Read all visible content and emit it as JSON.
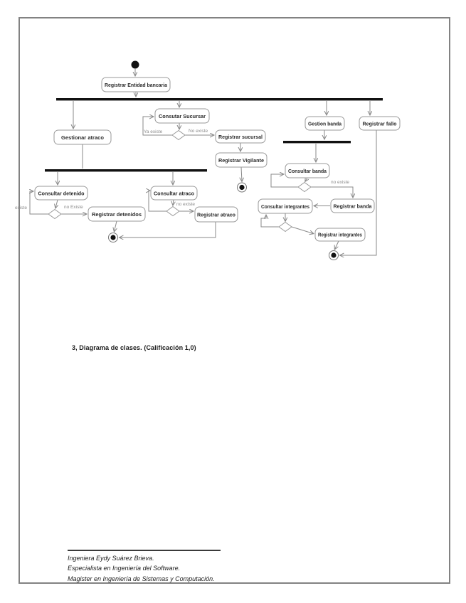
{
  "document": {
    "section_item": "3, Diagrama de clases. (Calificación 1,0)",
    "footnote": {
      "lines": [
        "Ingeniera Eydy Suárez Brieva.",
        "Especialista en Ingeniería del Software.",
        "Magister en Ingeniería de Sistemas y Computación."
      ]
    }
  },
  "diagram": {
    "type": "uml-activity-diagram",
    "activities": {
      "registrar_entidad": "Registrar Entidad bancaria",
      "gestionar_atraco": "Gestionar atraco",
      "consutar_sucursar": "Consutar Sucursar",
      "registrar_sucursal": "Registrar sucursal",
      "registrar_vigilante": "Registrar Vigilante",
      "gestion_banda": "Gestion banda",
      "registrar_fallo": "Registrar fallo",
      "consultar_detenido": "Consultar detenido",
      "registrar_detenidos": "Registrar detenidos",
      "consultar_atraco": "Consultar atraco",
      "registrar_atraco": "Registrar atraco",
      "consultar_banda": "Consultar banda",
      "registrar_banda": "Registrar banda",
      "consultar_integrantes": "Consultar integrantes",
      "registrar_integrantes": "Registrar integrantes"
    },
    "guards": {
      "ya_existe": "Ya existe",
      "no_existe_sucursal": "No existe",
      "existe_detenido": "existe",
      "no_existe_detenido": "no Existe",
      "no_existe_atraco": "no existe",
      "no_existe_banda": "no existe"
    },
    "colors": {
      "edge": "#8a8a8a",
      "box_border": "#9a9a9a",
      "bar": "#111111",
      "guard_text": "#8b8b8b",
      "label_text": "#2b2b2b"
    }
  }
}
